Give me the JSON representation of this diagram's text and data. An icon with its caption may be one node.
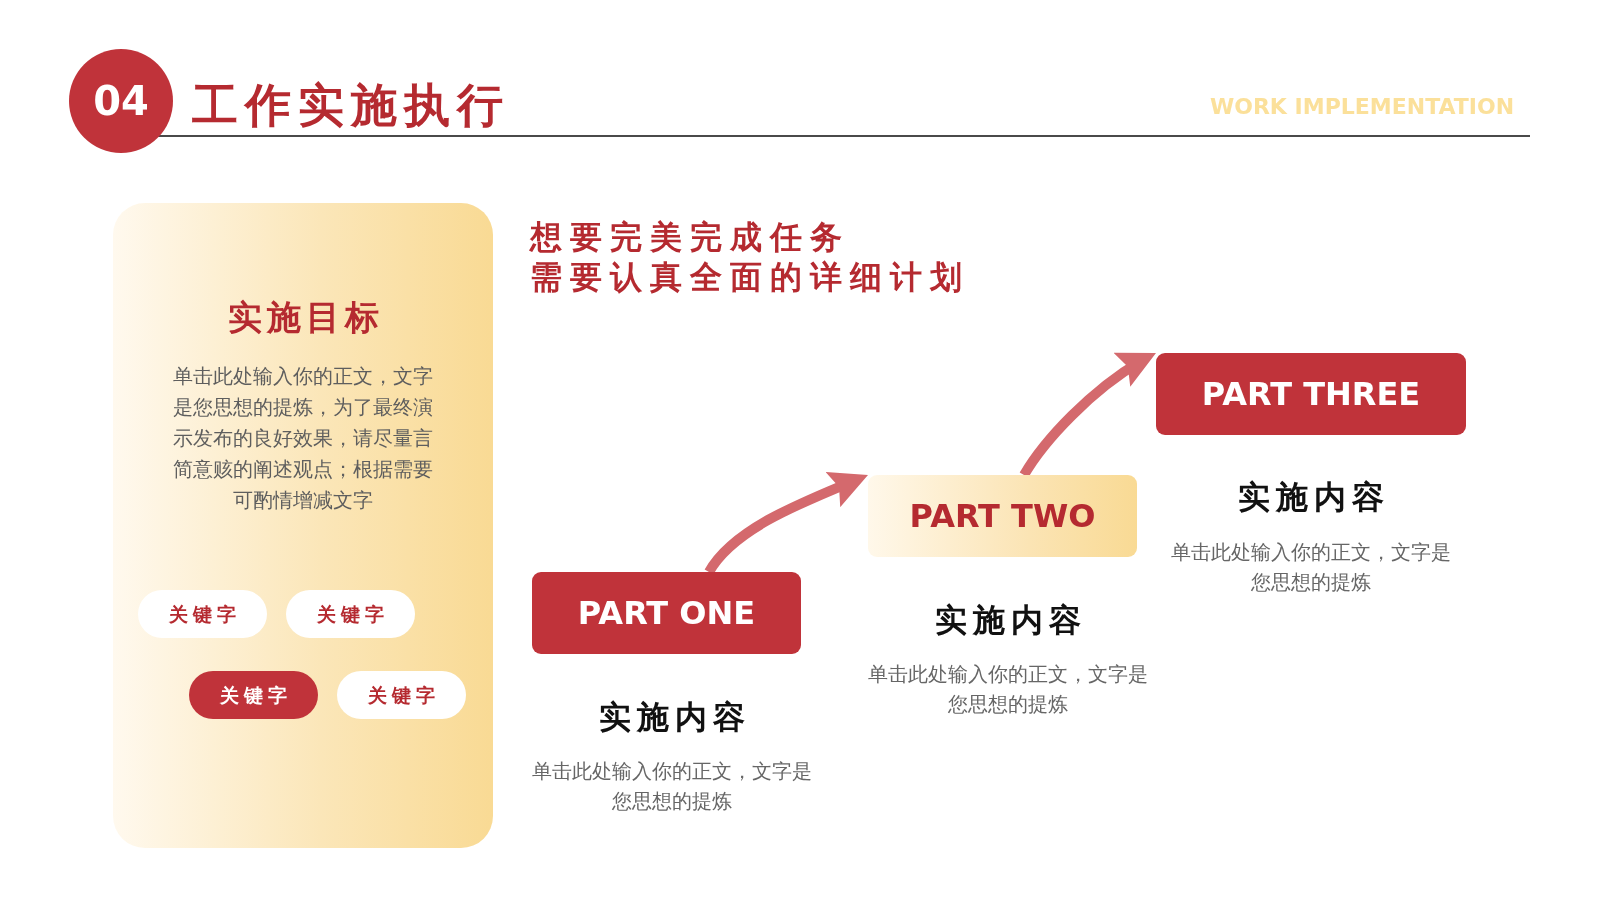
{
  "diagram": {
    "title": "工作实施执行",
    "nodes": [
      {
        "text": [
          "04"
        ]
      },
      {
        "text": [
          "实施目标",
          "单击此处输入你的正文，文字是您思想的提炼，为了最终演示发布的良好效果，请尽量言简意赅的阐述观点；根据需要可酌情增减文字"
        ]
      },
      {
        "text": [
          "关键字"
        ],
        "in": 1
      },
      {
        "text": [
          "关键字"
        ],
        "in": 1
      },
      {
        "text": [
          "关键字"
        ],
        "in": 1
      },
      {
        "text": [
          "关键字"
        ],
        "in": 1
      },
      {
        "text": [
          "PART ONE"
        ],
        "beside": [
          "实施内容",
          "单击此处输入你的正文，文字是您思想的提炼"
        ]
      },
      {
        "text": [
          "PART TWO"
        ],
        "beside": [
          "实施内容",
          "单击此处输入你的正文，文字是您思想的提炼"
        ]
      },
      {
        "text": [
          "PART THREE"
        ],
        "beside": [
          "实施内容",
          "单击此处输入你的正文，文字是您思想的提炼"
        ]
      }
    ],
    "edges": [
      {
        "from": 6,
        "to": 7,
        "arrow": "to"
      },
      {
        "from": 7,
        "to": 8,
        "arrow": "to"
      }
    ],
    "labels": [
      "WORK IMPLEMENTATION",
      "想要完美完成任务",
      "需要认真全面的详细计划"
    ]
  }
}
